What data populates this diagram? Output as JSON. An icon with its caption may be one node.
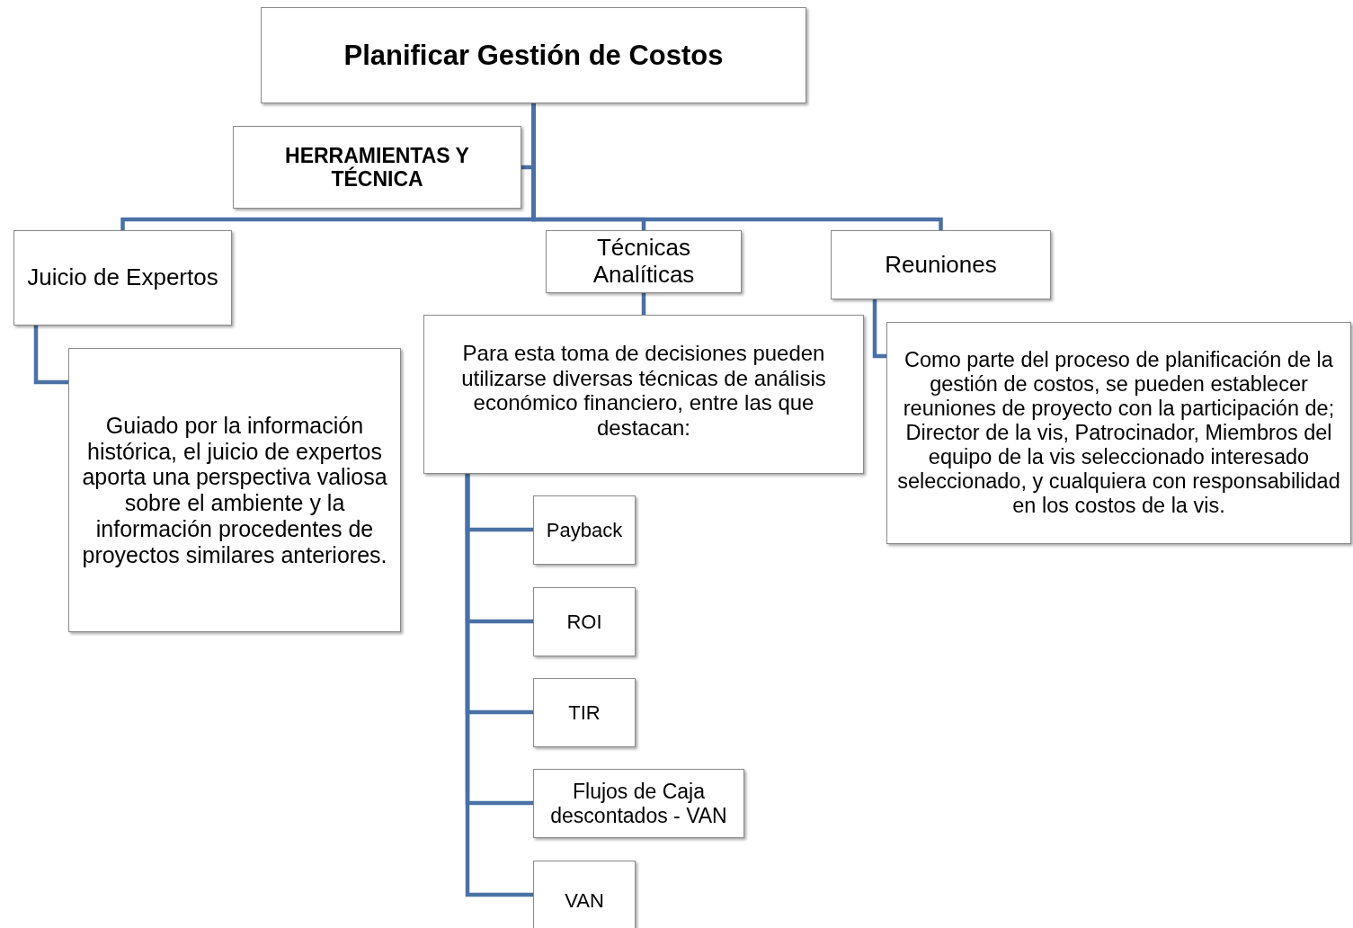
{
  "diagram": {
    "nodes": [
      {
        "text": [
          "Planificar Gestión de Costos"
        ]
      },
      {
        "text": [
          "HERRAMIENTAS Y TÉCNICA"
        ]
      },
      {
        "text": [
          "Juicio de Expertos"
        ]
      },
      {
        "text": [
          "Técnicas Analíticas"
        ]
      },
      {
        "text": [
          "Reuniones"
        ]
      },
      {
        "text": [
          "Guiado por la información histórica, el juicio de expertos aporta una perspectiva valiosa sobre el ambiente y la información procedentes de proyectos similares anteriores."
        ]
      },
      {
        "text": [
          "Para esta toma de decisiones pueden utilizarse diversas técnicas de análisis económico financiero, entre las que destacan:"
        ]
      },
      {
        "text": [
          "Como parte del proceso de planificación de la gestión de costos, se pueden establecer reuniones de proyecto con la participación de; Director de la vis, Patrocinador, Miembros del equipo de la vis seleccionado interesado seleccionado, y cualquiera con responsabilidad en los costos de la vis."
        ]
      },
      {
        "text": [
          "Payback"
        ]
      },
      {
        "text": [
          "ROI"
        ]
      },
      {
        "text": [
          "TIR"
        ]
      },
      {
        "text": [
          "Flujos de Caja descontados - VAN"
        ]
      },
      {
        "text": [
          "VAN"
        ]
      }
    ],
    "edges": [
      {
        "from": 0,
        "to": 1,
        "arrow": "none"
      },
      {
        "from": 0,
        "to": 2,
        "arrow": "none"
      },
      {
        "from": 0,
        "to": 3,
        "arrow": "none"
      },
      {
        "from": 0,
        "to": 4,
        "arrow": "none"
      },
      {
        "from": 2,
        "to": 5,
        "arrow": "none"
      },
      {
        "from": 3,
        "to": 6,
        "arrow": "none"
      },
      {
        "from": 4,
        "to": 7,
        "arrow": "none"
      },
      {
        "from": 6,
        "to": 8,
        "arrow": "none"
      },
      {
        "from": 6,
        "to": 9,
        "arrow": "none"
      },
      {
        "from": 6,
        "to": 10,
        "arrow": "none"
      },
      {
        "from": 6,
        "to": 11,
        "arrow": "none"
      },
      {
        "from": 6,
        "to": 12,
        "arrow": "none"
      }
    ]
  }
}
